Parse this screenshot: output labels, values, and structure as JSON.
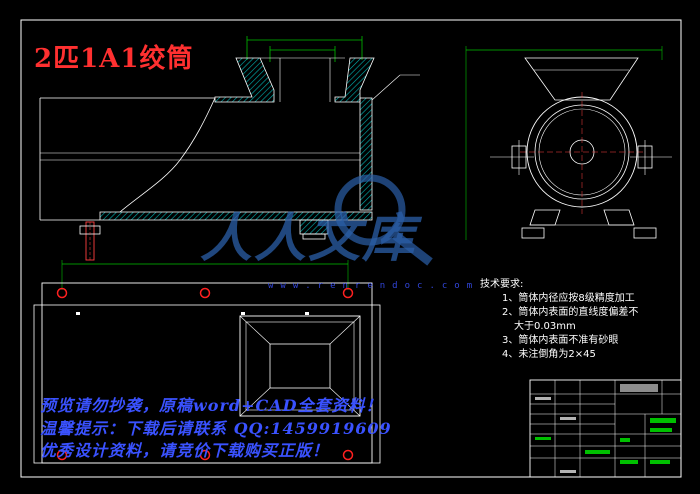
{
  "title": "2匹1A1绞筒",
  "tech": {
    "heading": "技术要求:",
    "items": [
      "1、筒体内径应按8级精度加工",
      "2、筒体内表面的直线度偏差不",
      "大于0.03mm",
      "3、筒体内表面不准有砂眼",
      "4、未注倒角为2×45"
    ]
  },
  "watermark": {
    "line1": "预览请勿抄袭，原稿word+CAD全套资料！",
    "line2": "温馨提示：下载后请联系 QQ:1459919609",
    "line3": "优秀设计资料，请竞价下载购买正版！",
    "site": "www.renrendoc.com",
    "logo_text": "人人文库"
  },
  "colors": {
    "line": "#ffffff",
    "dim": "#00c000",
    "hatch": "#00b4b4",
    "hole": "#ff2020",
    "title": "#ff3030",
    "watermark": "#3a52ff"
  }
}
